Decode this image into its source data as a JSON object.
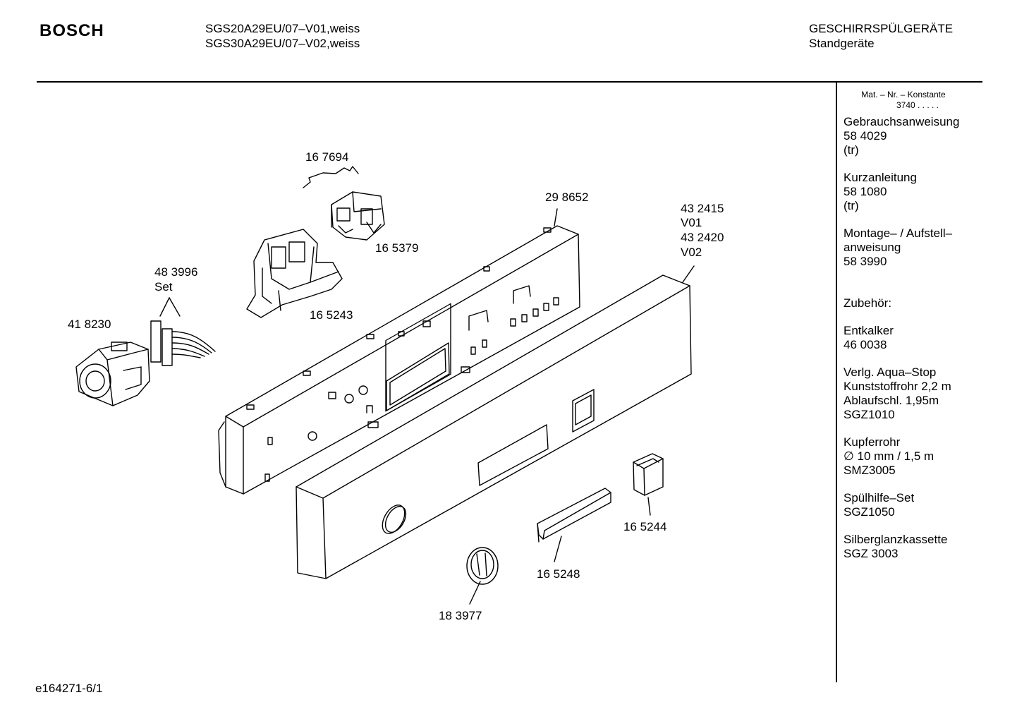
{
  "header": {
    "brand": "BOSCH",
    "models": [
      "SGS20A29EU/07–V01,weiss",
      "SGS30A29EU/07–V02,weiss"
    ],
    "category": "GESCHIRRSPÜLGERÄTE",
    "subcategory": "Standgeräte"
  },
  "sidebar": {
    "mat_header": "Mat. – Nr. – Konstante",
    "mat_const": "3740  .   .   .   .  .",
    "sections": [
      {
        "lines": [
          "Gebrauchsanweisung",
          "58 4029",
          "(tr)"
        ]
      },
      {
        "lines": [
          "Kurzanleitung",
          "58 1080",
          "(tr)"
        ]
      },
      {
        "lines": [
          "Montage– / Aufstell–",
          "anweisung",
          "58 3990"
        ]
      },
      {
        "lines": [
          "Zubehör:"
        ]
      },
      {
        "lines": [
          "Entkalker",
          "46 0038"
        ]
      },
      {
        "lines": [
          "Verlg. Aqua–Stop",
          "Kunststoffrohr 2,2 m",
          "Ablaufschl. 1,95m",
          "SGZ1010"
        ]
      },
      {
        "lines": [
          "Kupferrohr",
          "∅ 10 mm / 1,5 m",
          "SMZ3005"
        ]
      },
      {
        "lines": [
          "Spülhilfe–Set",
          "SGZ1050"
        ]
      },
      {
        "lines": [
          "Silberglanzkassette",
          "SGZ 3003"
        ]
      }
    ]
  },
  "parts": {
    "p167694": "16 7694",
    "p298652": "29 8652",
    "p432415": "43 2415",
    "v01": "V01",
    "p432420": "43 2420",
    "v02": "V02",
    "p165379": "16 5379",
    "p483996": "48 3996",
    "set": "Set",
    "p418230": "41 8230",
    "p165243": "16 5243",
    "p165244": "16 5244",
    "p165248": "16 5248",
    "p183977": "18 3977"
  },
  "footer": {
    "drawing_id": "e164271-6/1"
  }
}
